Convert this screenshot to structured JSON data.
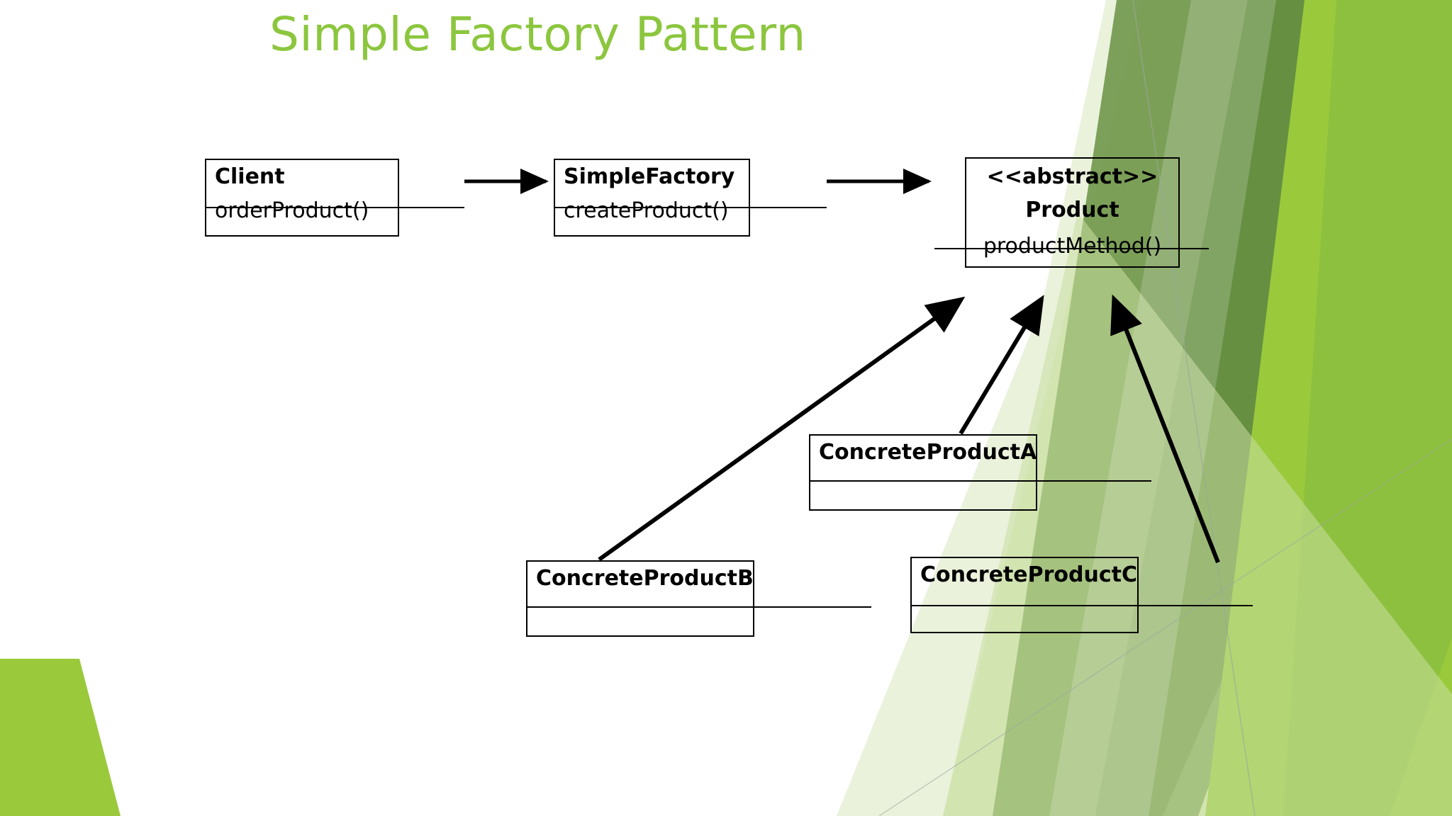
{
  "slide": {
    "title": "Simple Factory Pattern",
    "title_color": "#8CC63E",
    "background_color": "#FFFFFF"
  },
  "theme": {
    "accent_bright_green": "#9AC93C",
    "accent_olive_green": "#769B52",
    "accent_pale_green": "#DDEBC4",
    "accent_light_green": "#BFD98A",
    "accent_dark_green": "#6B9A3F",
    "line_color": "#000000"
  },
  "diagram": {
    "type": "uml-class-diagram",
    "classes": [
      {
        "id": "client",
        "name": "Client",
        "stereotype": "",
        "members": [
          "orderProduct()"
        ]
      },
      {
        "id": "simple-factory",
        "name": "SimpleFactory",
        "stereotype": "",
        "members": [
          "createProduct()"
        ]
      },
      {
        "id": "product",
        "name": "Product",
        "stereotype": "<<abstract>>",
        "members": [
          "productMethod()"
        ]
      },
      {
        "id": "concrete-product-a",
        "name": "ConcreteProductA",
        "stereotype": "",
        "members": [
          ""
        ]
      },
      {
        "id": "concrete-product-b",
        "name": "ConcreteProductB",
        "stereotype": "",
        "members": [
          ""
        ]
      },
      {
        "id": "concrete-product-c",
        "name": "ConcreteProductC",
        "stereotype": "",
        "members": [
          ""
        ]
      }
    ],
    "relations": [
      {
        "from": "client",
        "to": "simple-factory",
        "kind": "association-arrow"
      },
      {
        "from": "simple-factory",
        "to": "product",
        "kind": "association-arrow"
      },
      {
        "from": "concrete-product-a",
        "to": "product",
        "kind": "generalization-arrow"
      },
      {
        "from": "concrete-product-b",
        "to": "product",
        "kind": "generalization-arrow"
      },
      {
        "from": "concrete-product-c",
        "to": "product",
        "kind": "generalization-arrow"
      }
    ]
  }
}
